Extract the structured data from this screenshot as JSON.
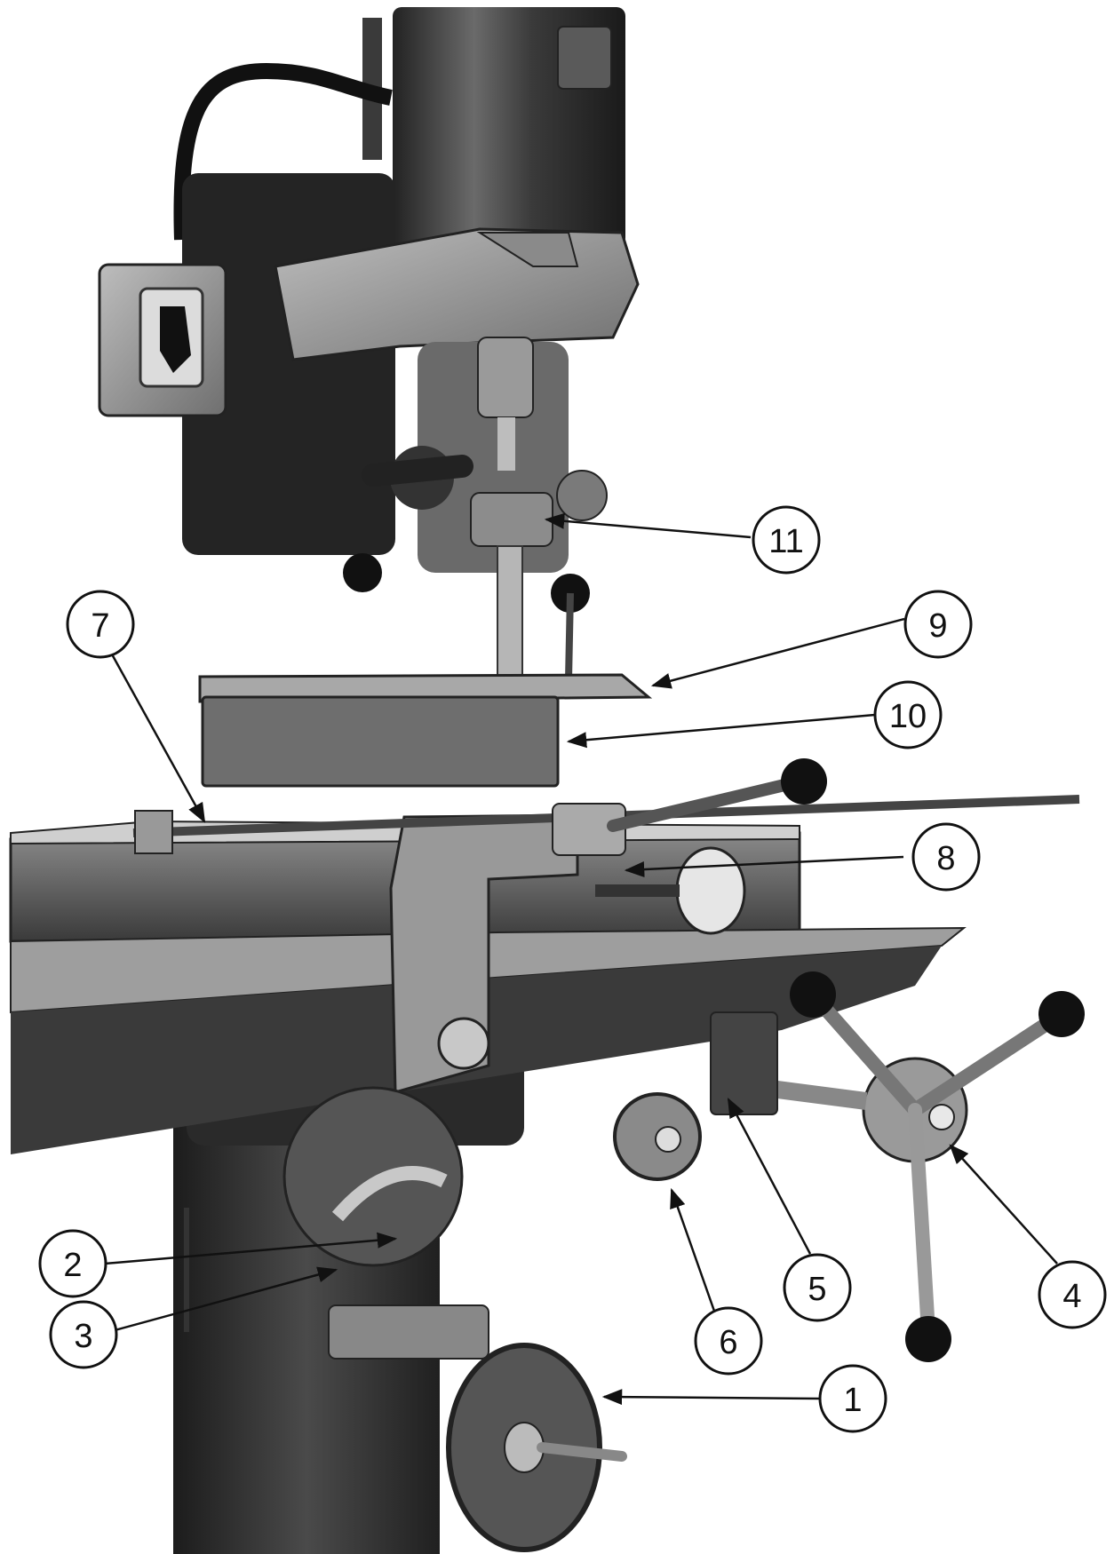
{
  "figure": {
    "subject": "vertical milling machine with numbered part callouts",
    "ink_color": "#111111",
    "paper_color": "#ffffff"
  },
  "callouts": [
    {
      "id": "1",
      "label": "1"
    },
    {
      "id": "2",
      "label": "2"
    },
    {
      "id": "3",
      "label": "3"
    },
    {
      "id": "4",
      "label": "4"
    },
    {
      "id": "5",
      "label": "5"
    },
    {
      "id": "6",
      "label": "6"
    },
    {
      "id": "7",
      "label": "7"
    },
    {
      "id": "8",
      "label": "8"
    },
    {
      "id": "9",
      "label": "9"
    },
    {
      "id": "10",
      "label": "10"
    },
    {
      "id": "11",
      "label": "11"
    }
  ]
}
